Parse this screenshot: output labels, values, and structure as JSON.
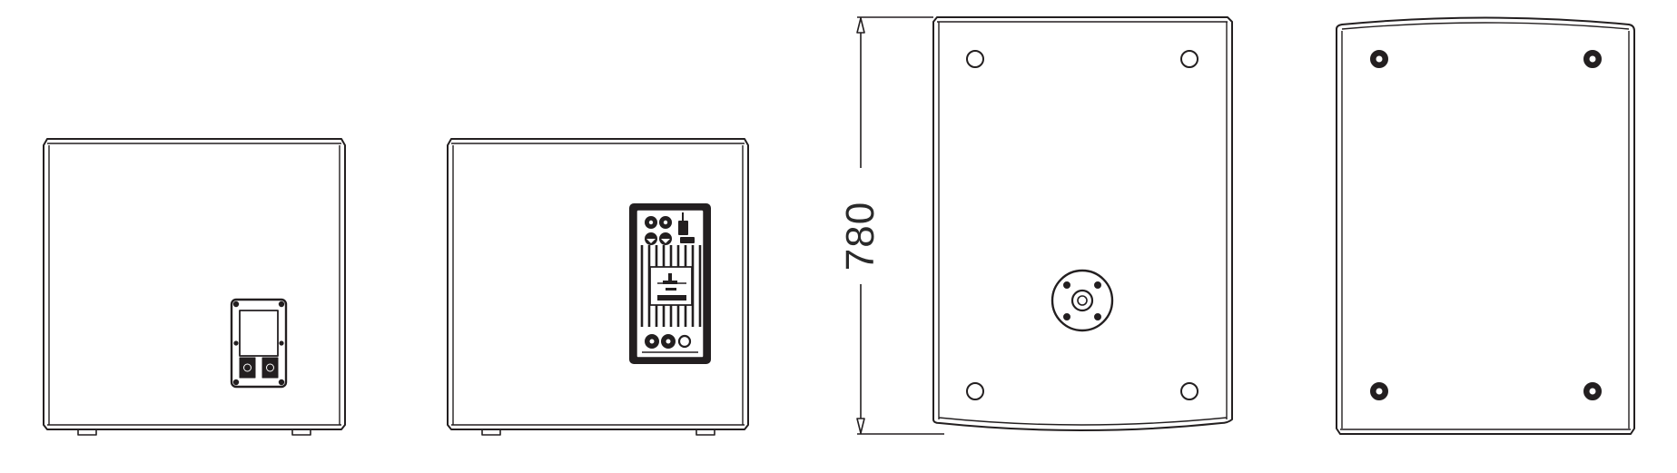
{
  "figure": {
    "description": "Technical line drawing: four orthographic views of a loudspeaker cabinet with one dimension callout",
    "line_color": "#231f20",
    "background": "#ffffff"
  },
  "views": [
    {
      "id": "view-1",
      "name": "rear view (passive)",
      "features": [
        "connector plate with two speakON sockets",
        "two feet"
      ]
    },
    {
      "id": "view-2",
      "name": "rear view (active)",
      "features": [
        "amplifier module panel with heatsink fins",
        "input/output XLR connectors",
        "power connectors",
        "two feet"
      ]
    },
    {
      "id": "view-3",
      "name": "side view",
      "features": [
        "four rigging holes",
        "pole-mount socket",
        "curved bottom edge"
      ]
    },
    {
      "id": "view-4",
      "name": "side view (opposite)",
      "features": [
        "four threaded rigging points",
        "curved top edge"
      ]
    }
  ],
  "dimension": {
    "value": "780",
    "orientation": "vertical"
  }
}
